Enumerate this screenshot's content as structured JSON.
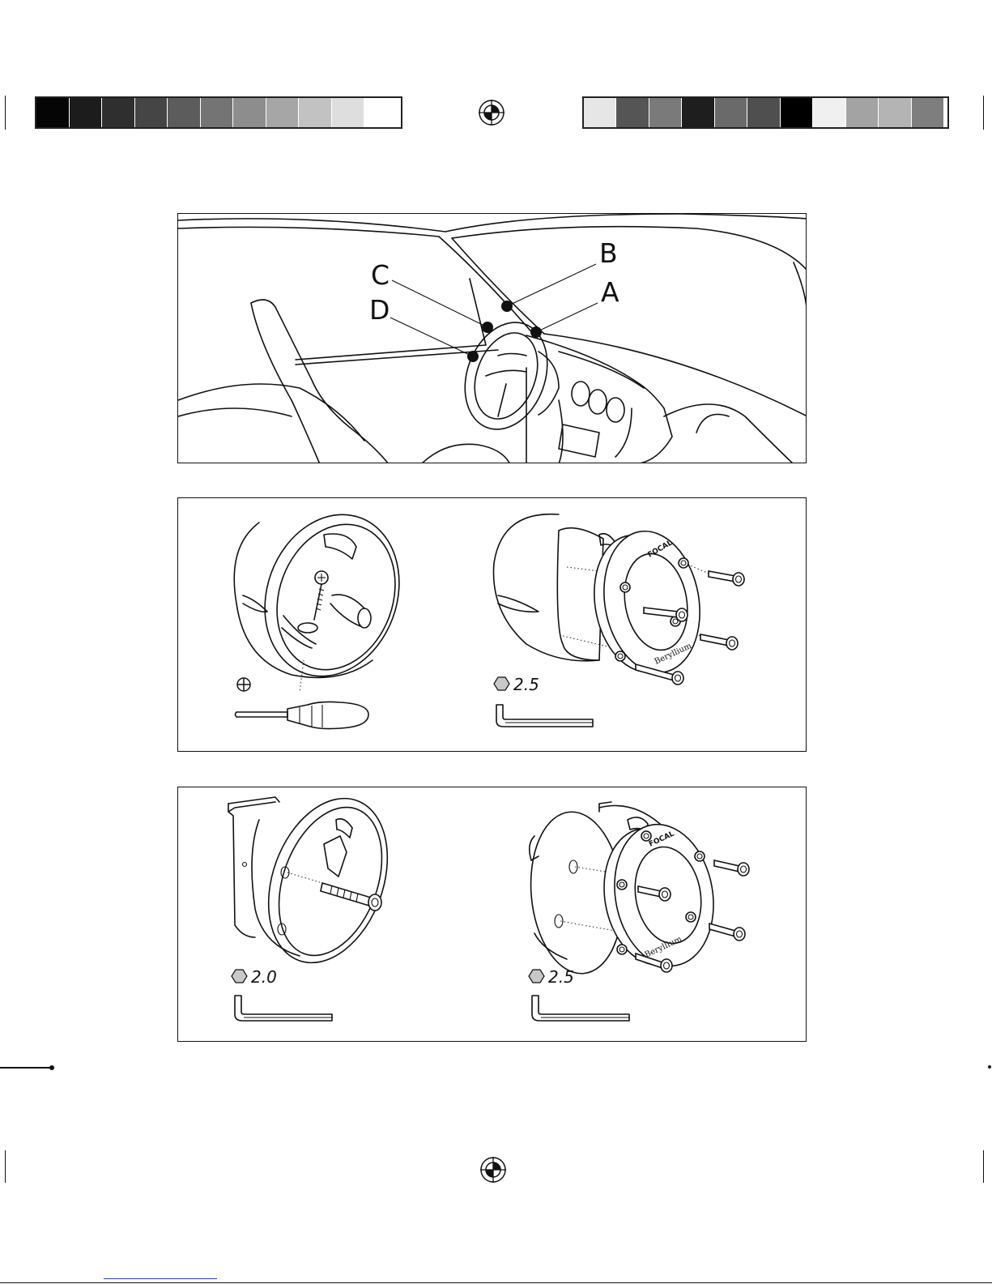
{
  "print_marks": {
    "left_swatches": [
      "#050505",
      "#1c1c1c",
      "#2f2f2f",
      "#454545",
      "#5c5c5c",
      "#747474",
      "#8d8d8d",
      "#a6a6a6",
      "#c2c2c2",
      "#dedede",
      "#ffffff"
    ],
    "right_swatches": [
      "#e6e6e6",
      "#555555",
      "#7a7a7a",
      "#1e1e1e",
      "#6a6a6a",
      "#4f4f4f",
      "#000000",
      "#f0f0f0",
      "#a3a3a3",
      "#b4b4b4",
      "#7e7e7e"
    ]
  },
  "figure1": {
    "labels": {
      "a": "A",
      "b": "B",
      "c": "C",
      "d": "D"
    }
  },
  "figure2": {
    "left_tool_icon": "phillips-screwdriver-icon",
    "right_tool_icon": "hex-key-icon",
    "right_hex_size": "2.5",
    "brand_text": "FOCAL",
    "product_text": "Beryllium"
  },
  "figure3": {
    "left_hex_size": "2.0",
    "right_hex_size": "2.5",
    "brand_text": "FOCAL",
    "product_text": "Beryllium"
  },
  "colors": {
    "ink": "#111111",
    "hex_fill": "#c8c8c8",
    "link_blue": "#2a3bd6"
  }
}
